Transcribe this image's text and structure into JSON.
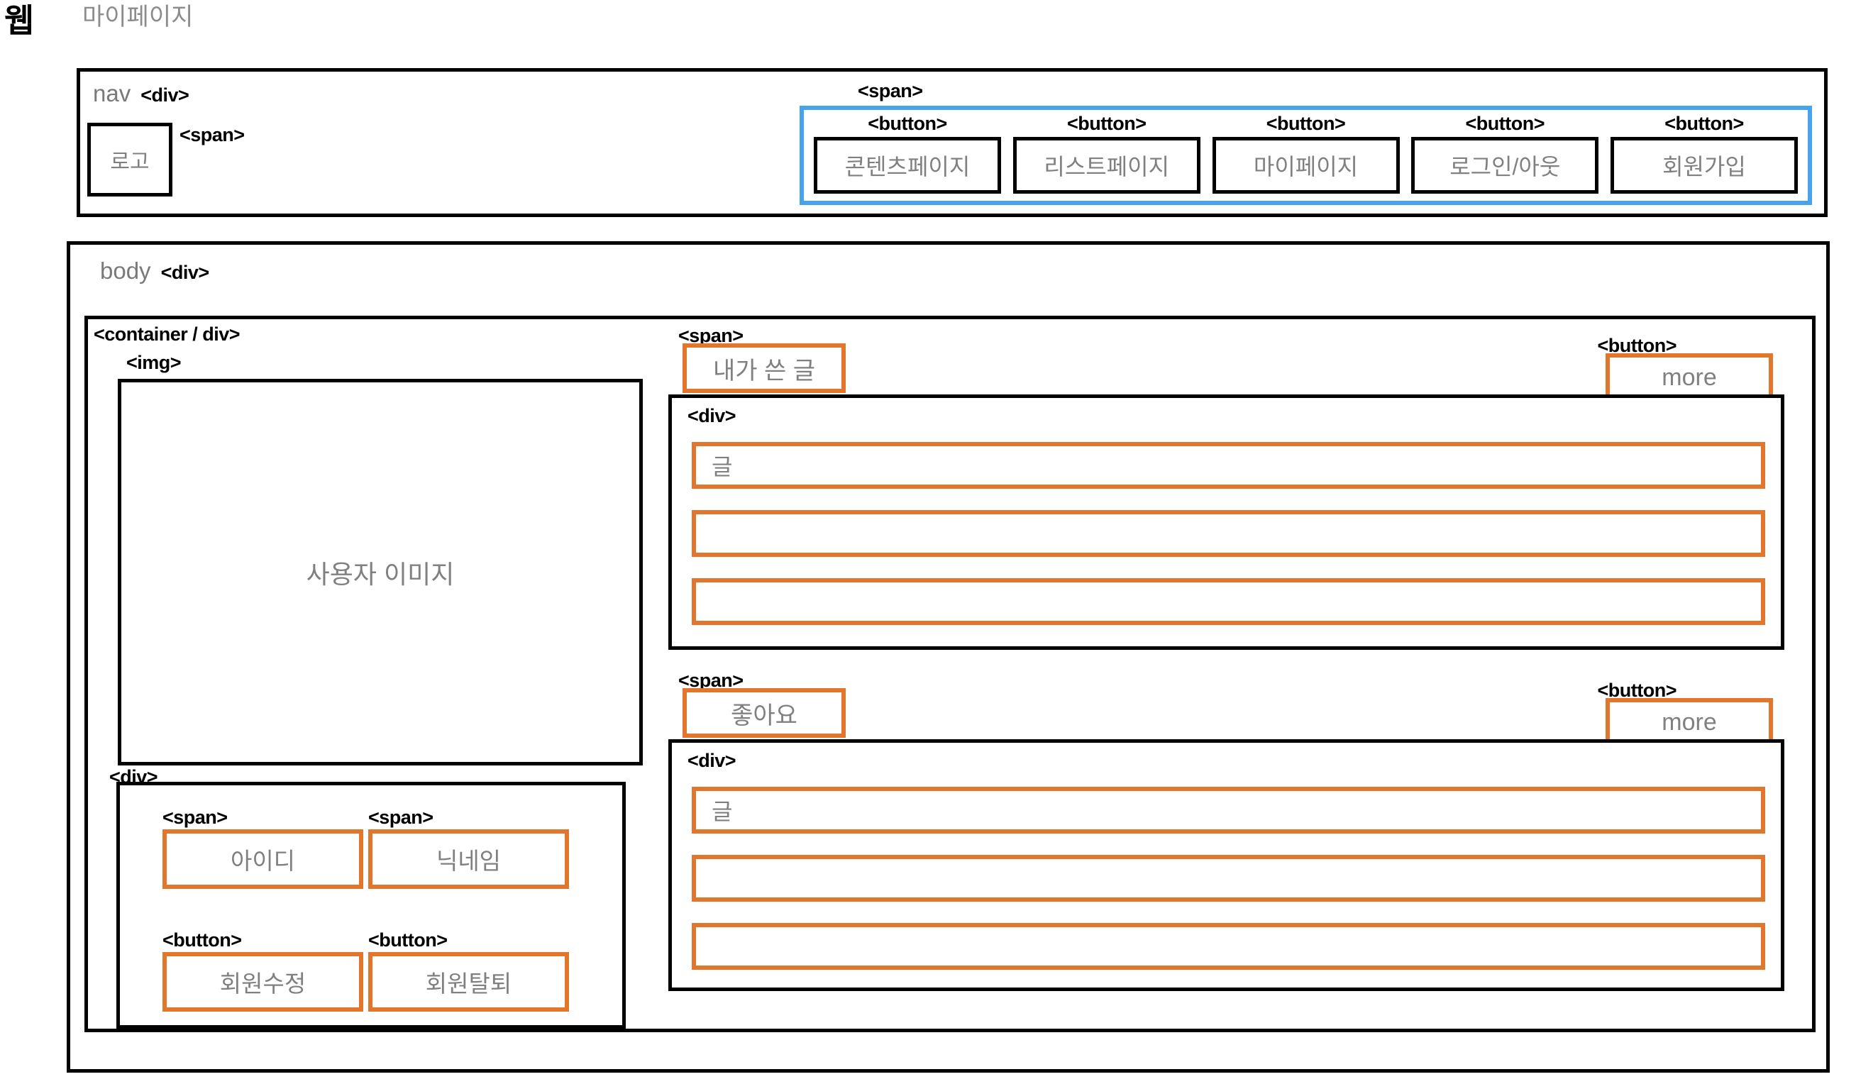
{
  "header": {
    "brand": "웹",
    "subtitle": "마이페이지"
  },
  "tags": {
    "div": "<div>",
    "span": "<span>",
    "button": "<button>",
    "img": "<img>",
    "container": "<container / div>"
  },
  "nav": {
    "label": "nav",
    "logo": "로고",
    "menu_items": [
      {
        "label": "콘텐츠페이지"
      },
      {
        "label": "리스트페이지"
      },
      {
        "label": "마이페이지"
      },
      {
        "label": "로그인/아웃"
      },
      {
        "label": "회원가입"
      }
    ]
  },
  "body": {
    "label": "body",
    "profile": {
      "image_placeholder": "사용자 이미지",
      "fields": [
        {
          "name": "user-id",
          "label": "아이디",
          "tag": "<span>"
        },
        {
          "name": "nickname",
          "label": "닉네임",
          "tag": "<span>"
        }
      ],
      "actions": [
        {
          "name": "edit-member",
          "label": "회원수정",
          "tag": "<button>"
        },
        {
          "name": "delete-member",
          "label": "회원탈퇴",
          "tag": "<button>"
        }
      ]
    },
    "sections": [
      {
        "name": "my-posts",
        "title": "내가 쓴 글",
        "more_label": "more",
        "rows": [
          "글",
          "",
          ""
        ]
      },
      {
        "name": "liked-posts",
        "title": "좋아요",
        "more_label": "more",
        "rows": [
          "글",
          "",
          ""
        ]
      }
    ]
  },
  "colors": {
    "accent_orange": "#e2762c",
    "accent_blue": "#47a3ee",
    "outline_black": "#000000",
    "placeholder_gray": "#808080"
  }
}
